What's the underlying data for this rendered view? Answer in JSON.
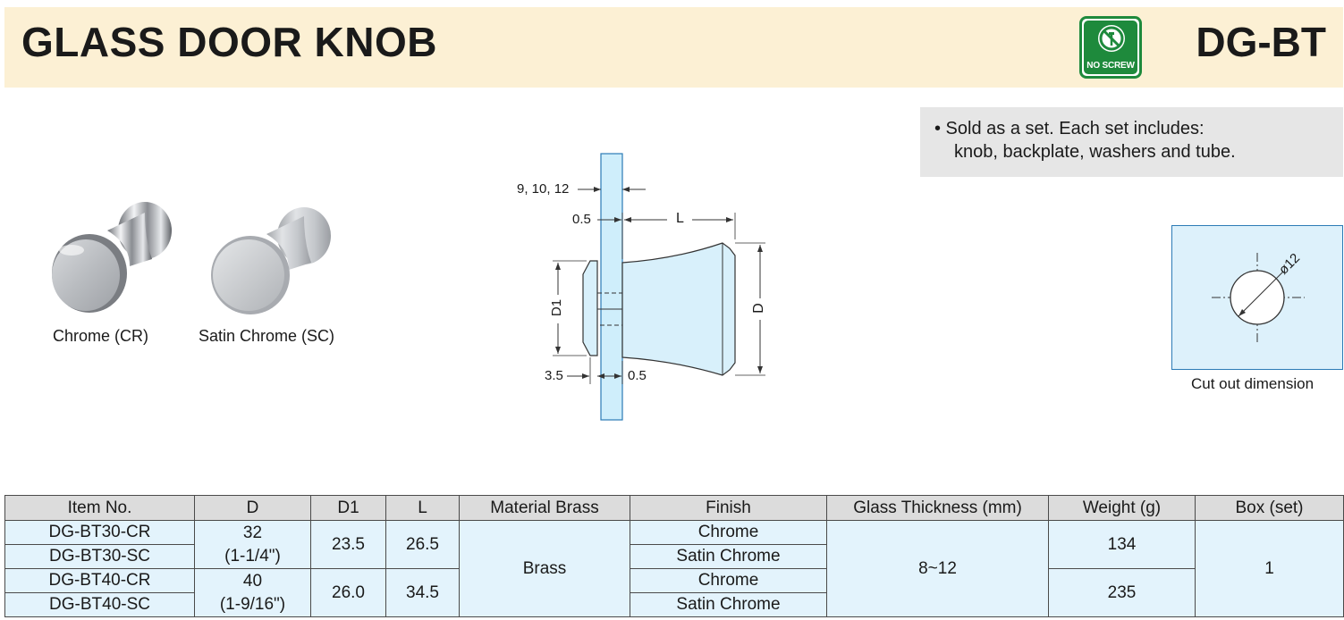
{
  "header": {
    "title": "GLASS DOOR KNOB",
    "model": "DG-BT",
    "badge_label": "NO SCREW",
    "badge_icon": "no-screw-icon",
    "accent_color": "#fcf0d4",
    "badge_color": "#1e8a3c"
  },
  "note": {
    "line1": "• Sold as a set. Each set includes:",
    "line2": "knob, backplate, washers and tube."
  },
  "products": [
    {
      "caption": "Chrome (CR)",
      "finish_color": "chrome"
    },
    {
      "caption": "Satin Chrome (SC)",
      "finish_color": "satin"
    }
  ],
  "drawing": {
    "glass_thickness_label": "9, 10, 12",
    "gap_top_label": "0.5",
    "length_label": "L",
    "d1_label": "D1",
    "d_label": "D",
    "backplate_label": "3.5",
    "gap_bottom_label": "0.5"
  },
  "cutout": {
    "diameter_label": "ø12",
    "caption": "Cut out dimension"
  },
  "table": {
    "headers": [
      "Item No.",
      "D",
      "D1",
      "L",
      "Material Brass",
      "Finish",
      "Glass Thickness (mm)",
      "Weight (g)",
      "Box (set)"
    ],
    "rows": [
      {
        "item": "DG-BT30-CR",
        "finish": "Chrome"
      },
      {
        "item": "DG-BT30-SC",
        "finish": "Satin Chrome"
      },
      {
        "item": "DG-BT40-CR",
        "finish": "Chrome"
      },
      {
        "item": "DG-BT40-SC",
        "finish": "Satin Chrome"
      }
    ],
    "groups": [
      {
        "d": "32",
        "d_inch": "(1-1/4\")",
        "d1": "23.5",
        "l": "26.5",
        "weight": "134"
      },
      {
        "d": "40",
        "d_inch": "(1-9/16\")",
        "d1": "26.0",
        "l": "34.5",
        "weight": "235"
      }
    ],
    "material": "Brass",
    "glass_thickness": "8~12",
    "box": "1"
  }
}
